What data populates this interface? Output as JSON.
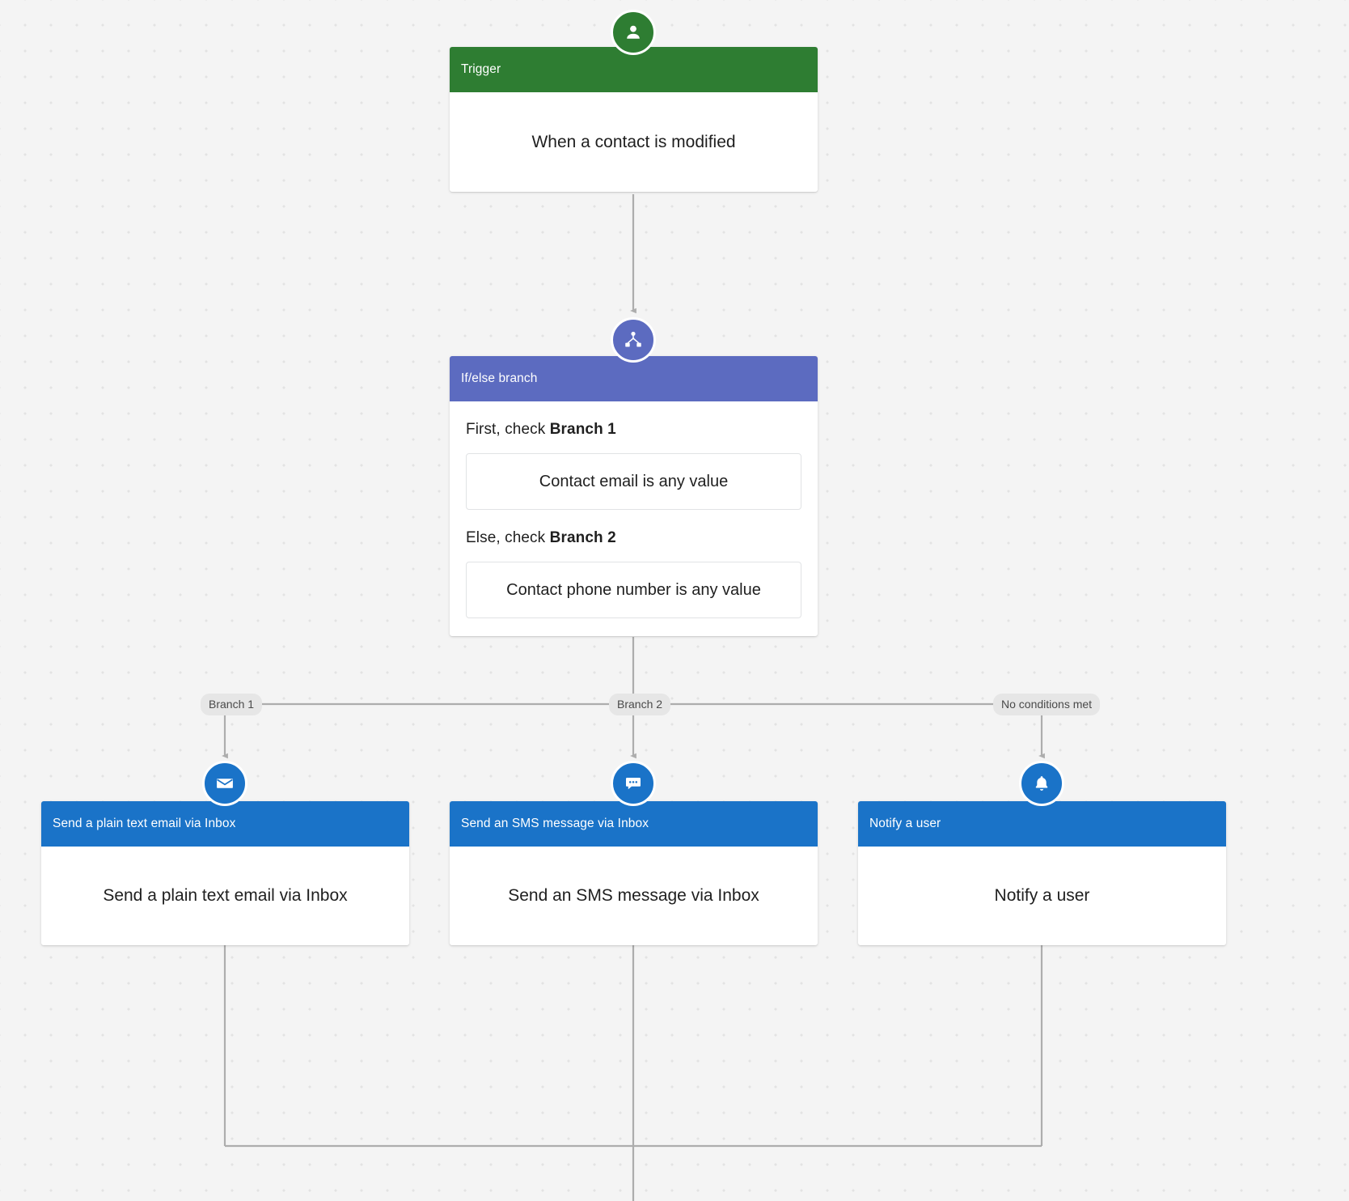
{
  "canvas": {
    "background_color": "#f4f4f4",
    "dot_color": "#e3e3e3"
  },
  "colors": {
    "trigger_green": "#2e7d32",
    "branch_indigo": "#5c6bc0",
    "action_blue": "#1a73c8",
    "connector_gray": "#adadad",
    "pill_background": "#e6e6e6"
  },
  "nodes": {
    "trigger": {
      "icon": "person-icon",
      "header": "Trigger",
      "body": "When a contact is modified"
    },
    "ifelse": {
      "icon": "branch-icon",
      "header": "If/else branch",
      "first_prefix": "First, check",
      "first_name": "Branch 1",
      "first_condition": "Contact email is any value",
      "else_prefix": "Else, check",
      "else_name": "Branch 2",
      "else_condition": "Contact phone number is any value"
    },
    "email": {
      "icon": "envelope-icon",
      "header": "Send a plain text email via Inbox",
      "body": "Send a plain text email via Inbox"
    },
    "sms": {
      "icon": "chat-bubble-icon",
      "header": "Send an SMS message via Inbox",
      "body": "Send an SMS message via Inbox"
    },
    "notify": {
      "icon": "bell-icon",
      "header": "Notify a user",
      "body": "Notify a user"
    }
  },
  "edges": {
    "branch_1_label": "Branch 1",
    "branch_2_label": "Branch 2",
    "no_conditions_label": "No conditions met"
  }
}
